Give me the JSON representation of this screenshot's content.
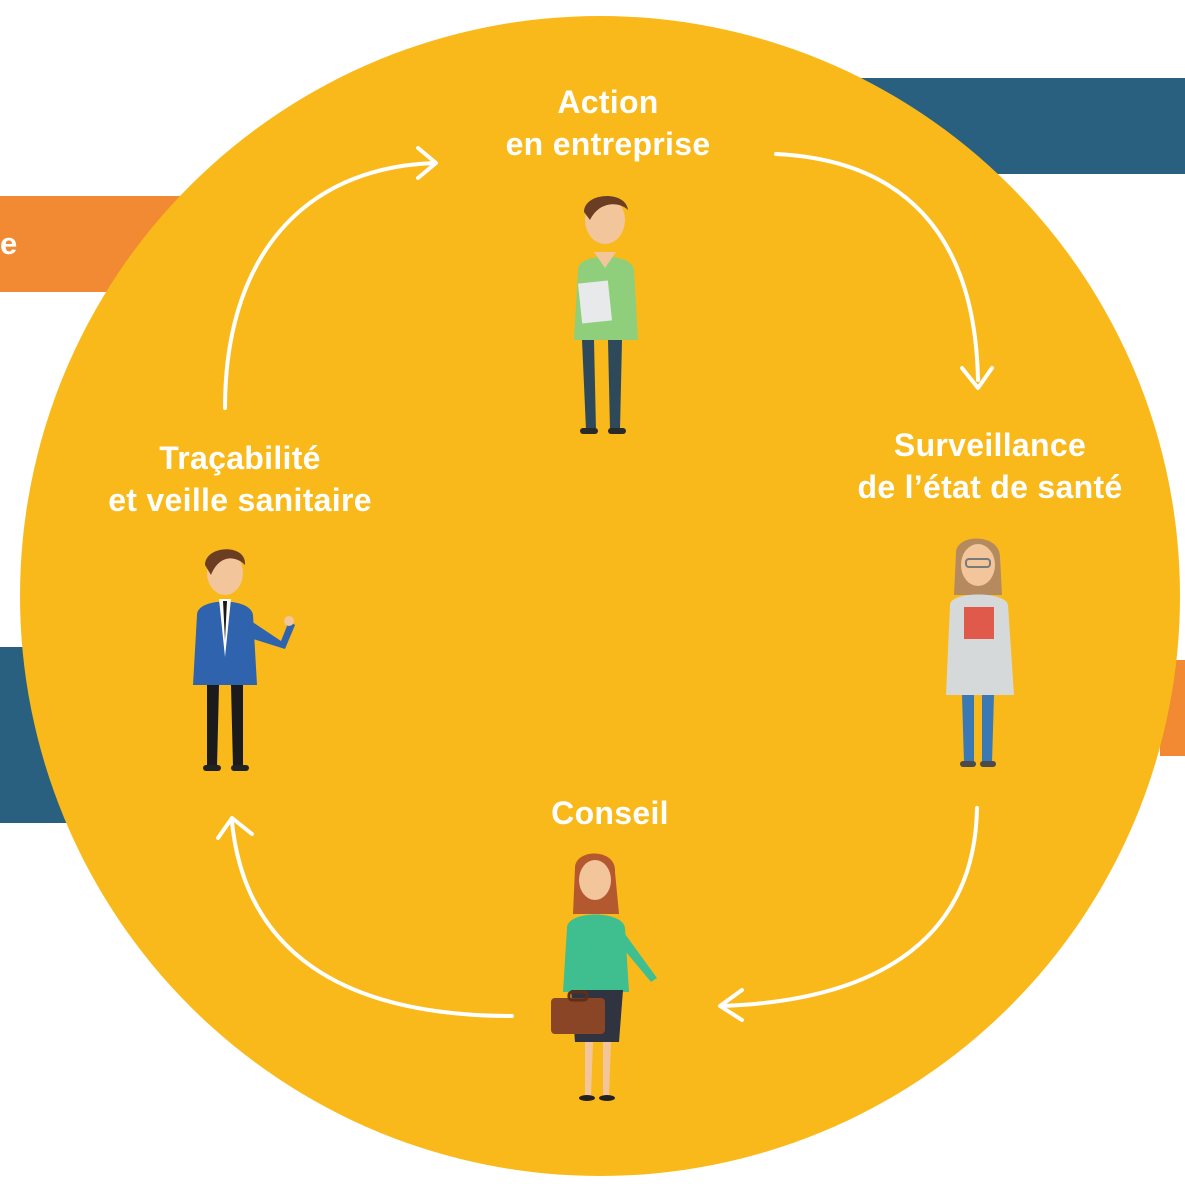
{
  "colors": {
    "circle": "#F9B91A",
    "blue_band": "#29607F",
    "orange_band": "#F28A33",
    "arrow": "#FFFFFF",
    "label": "#FFFFFF"
  },
  "background_bands": {
    "orange_left_text": "e"
  },
  "cycle": {
    "steps": [
      {
        "line1": "Action",
        "line2": "en entreprise"
      },
      {
        "line1": "Surveillance",
        "line2": "de l’état de santé"
      },
      {
        "line1": "Conseil",
        "line2": ""
      },
      {
        "line1": "Traçabilité",
        "line2": "et veille sanitaire"
      }
    ],
    "direction": "clockwise"
  },
  "people": [
    {
      "icon": "man-green-sweater-icon"
    },
    {
      "icon": "woman-doctor-icon"
    },
    {
      "icon": "woman-briefcase-icon"
    },
    {
      "icon": "man-blue-suit-icon"
    }
  ]
}
